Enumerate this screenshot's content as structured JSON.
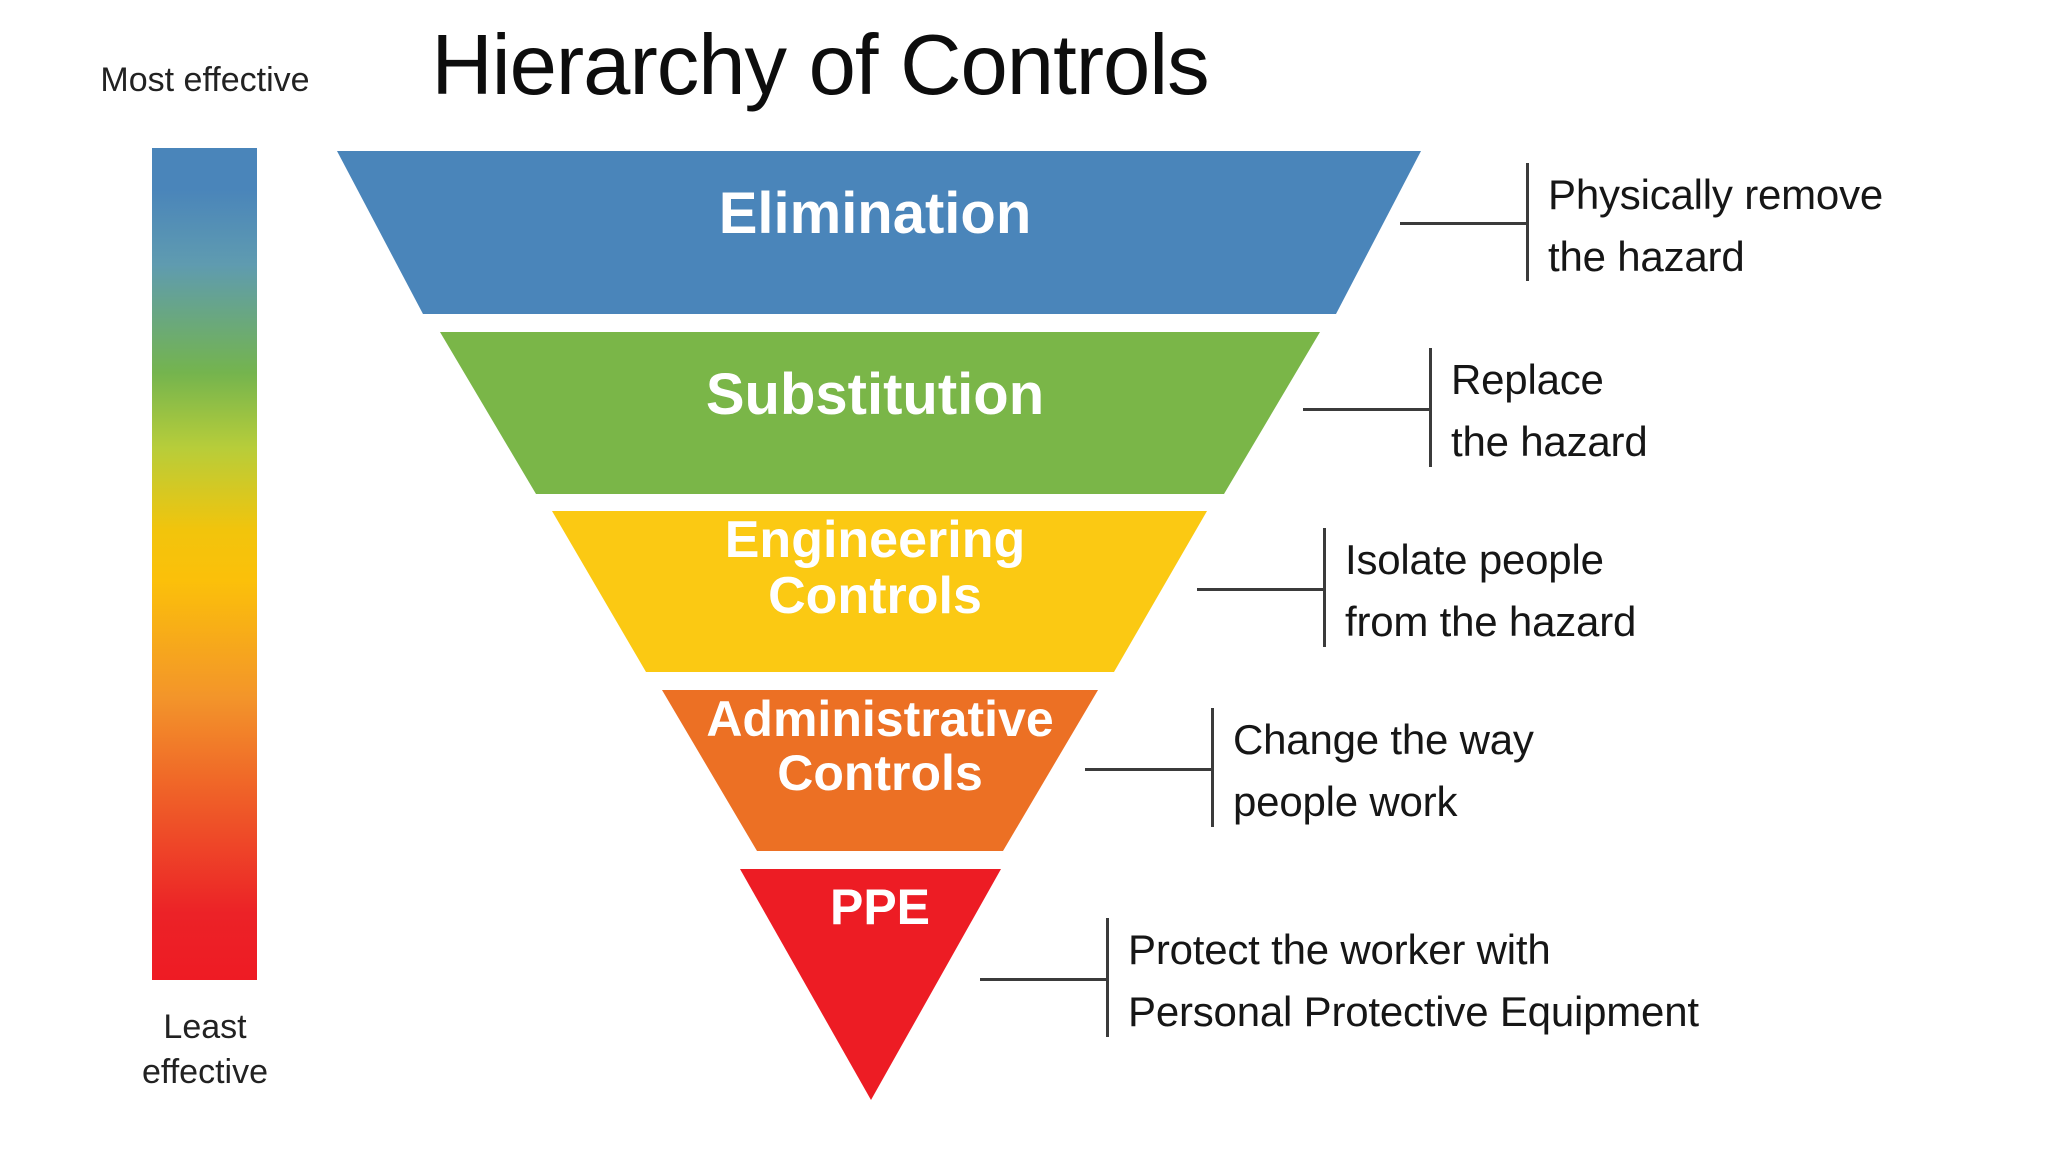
{
  "page": {
    "title": "Hierarchy of Controls",
    "background_color": "#ffffff"
  },
  "legend": {
    "top_label": "Most\neffective",
    "bottom_label": "Least\neffective",
    "gradient_stops": [
      "#4a85ba",
      "#74b44e",
      "#fbc00a",
      "#ef5f28",
      "#ee1b24"
    ],
    "direction": "top-to-bottom"
  },
  "chart_data": {
    "type": "funnel",
    "title": "Hierarchy of Controls",
    "orientation": "inverted-triangle",
    "effectiveness_scale": {
      "most": "Most effective",
      "least": "Least effective"
    },
    "levels": [
      {
        "rank": 1,
        "label": "Elimination",
        "description": "Physically remove\nthe hazard",
        "color": "#4a85ba"
      },
      {
        "rank": 2,
        "label": "Substitution",
        "description": "Replace\nthe hazard",
        "color": "#7ab648"
      },
      {
        "rank": 3,
        "label": "Engineering\nControls",
        "description": "Isolate people\nfrom the hazard",
        "color": "#fbc913"
      },
      {
        "rank": 4,
        "label": "Administrative\nControls",
        "description": "Change the way\npeople work",
        "color": "#ec7024"
      },
      {
        "rank": 5,
        "label": "PPE",
        "description": "Protect the worker with\nPersonal Protective Equipment",
        "color": "#ed1c24"
      }
    ]
  }
}
